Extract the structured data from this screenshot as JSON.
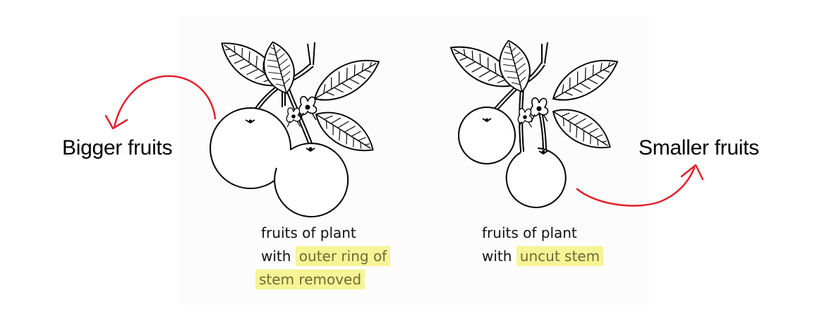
{
  "labels": {
    "left": "Bigger fruits",
    "right": "Smaller fruits"
  },
  "captions": {
    "left": {
      "line1": "fruits of plant",
      "line2_prefix": "with ",
      "line2_highlight": "outer ring of",
      "line3_highlight": "stem removed"
    },
    "right": {
      "line1": "fruits of plant",
      "line2_prefix": "with ",
      "line2_highlight": "uncut stem"
    }
  },
  "colors": {
    "arrow": "#e3202a",
    "highlight": "#f6f494",
    "ink": "#000000"
  }
}
